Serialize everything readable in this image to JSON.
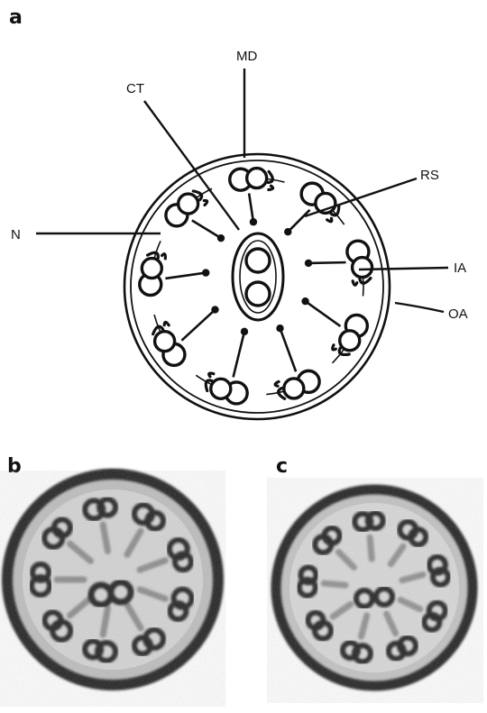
{
  "panels": {
    "a": {
      "letter": "a",
      "labels": {
        "md": "MD",
        "ct": "CT",
        "rs": "RS",
        "n": "N",
        "ia": "IA",
        "oa": "OA"
      },
      "outer_doublets": 9,
      "central_pair": 2
    },
    "b": {
      "letter": "b"
    },
    "c": {
      "letter": "c"
    }
  },
  "colors": {
    "ink": "#111111",
    "background": "#ffffff",
    "micrograph_mid": "#c9c9c9",
    "micrograph_dark": "#202020"
  }
}
